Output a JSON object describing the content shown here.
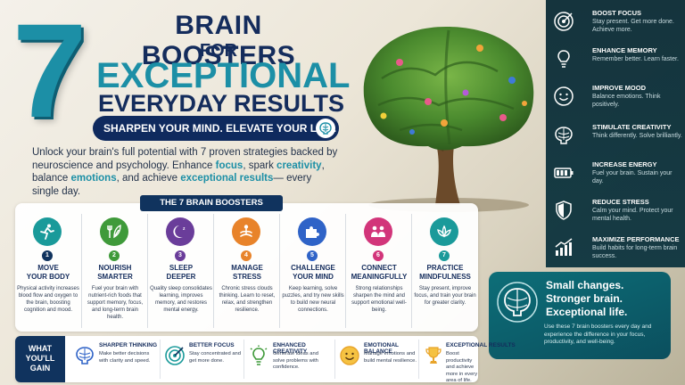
{
  "header": {
    "number": "7",
    "line1": "BRAIN BOOSTERS",
    "line2": "FOR",
    "line3": "EXCEPTIONAL",
    "line4": "EVERYDAY RESULTS",
    "tagline": "SHARPEN YOUR MIND. ELEVATE YOUR LIFE."
  },
  "intro": {
    "p1": "Unlock your brain's full potential with 7 proven strategies backed by neuroscience and psychology. Enhance ",
    "h1": "focus",
    "p2": ", spark ",
    "h2": "creativity",
    "p3": ", balance ",
    "h3": "emotions",
    "p4": ", and achieve ",
    "h4": "exceptional results",
    "p5": "— every single day."
  },
  "right_panel": [
    {
      "title": "BOOST FOCUS",
      "desc": "Stay present. Get more done. Achieve more.",
      "icon": "target-icon"
    },
    {
      "title": "ENHANCE MEMORY",
      "desc": "Remember better. Learn faster.",
      "icon": "lightbulb-icon"
    },
    {
      "title": "IMPROVE MOOD",
      "desc": "Balance emotions. Think positively.",
      "icon": "smile-icon"
    },
    {
      "title": "STIMULATE CREATIVITY",
      "desc": "Think differently. Solve brilliantly.",
      "icon": "brain-icon"
    },
    {
      "title": "INCREASE ENERGY",
      "desc": "Fuel your brain. Sustain your day.",
      "icon": "battery-icon"
    },
    {
      "title": "REDUCE STRESS",
      "desc": "Calm your mind. Protect your mental health.",
      "icon": "shield-icon"
    },
    {
      "title": "MAXIMIZE PERFORMANCE",
      "desc": "Build habits for long-term brain success.",
      "icon": "chart-icon"
    }
  ],
  "slogan": {
    "line1": "Small changes.",
    "line2": "Stronger brain.",
    "line3": "Exceptional life.",
    "text": "Use these 7 brain boosters every day and experience the difference in your focus, productivity, and well-being."
  },
  "boosters": {
    "header": "THE 7 BRAIN BOOSTERS",
    "items": [
      {
        "num": "1",
        "title1": "MOVE",
        "title2": "YOUR BODY",
        "desc": "Physical activity increases blood flow and oxygen to the brain, boosting cognition and mood.",
        "color": "#1a9a9a",
        "icon": "running-icon"
      },
      {
        "num": "2",
        "title1": "NOURISH",
        "title2": "SMARTER",
        "desc": "Fuel your brain with nutrient-rich foods that support memory, focus, and long-term brain health.",
        "color": "#3f9a3a",
        "icon": "leaf-utensils-icon"
      },
      {
        "num": "3",
        "title1": "SLEEP",
        "title2": "DEEPER",
        "desc": "Quality sleep consolidates learning, improves memory, and restores mental energy.",
        "color": "#6a3d9a",
        "icon": "moon-icon"
      },
      {
        "num": "4",
        "title1": "MANAGE",
        "title2": "STRESS",
        "desc": "Chronic stress clouds thinking. Learn to reset, relax, and strengthen resilience.",
        "color": "#e8832a",
        "icon": "meditation-icon"
      },
      {
        "num": "5",
        "title1": "CHALLENGE",
        "title2": "YOUR MIND",
        "desc": "Keep learning, solve puzzles, and try new skills to build new neural connections.",
        "color": "#2f63c7",
        "icon": "puzzle-icon"
      },
      {
        "num": "6",
        "title1": "CONNECT",
        "title2": "MEANINGFULLY",
        "desc": "Strong relationships sharpen the mind and support emotional well-being.",
        "color": "#d2357a",
        "icon": "people-icon"
      },
      {
        "num": "7",
        "title1": "PRACTICE",
        "title2": "MINDFULNESS",
        "desc": "Stay present, improve focus, and train your brain for greater clarity.",
        "color": "#1a9a9a",
        "icon": "lotus-icon"
      }
    ]
  },
  "gain": {
    "label1": "WHAT",
    "label2": "YOU'LL",
    "label3": "GAIN",
    "items": [
      {
        "title": "SHARPER THINKING",
        "desc": "Make better decisions with clarity and speed.",
        "icon": "brain-icon",
        "color": "#2f63c7"
      },
      {
        "title": "BETTER FOCUS",
        "desc": "Stay concentrated and get more done.",
        "icon": "target-icon",
        "color": "#1a9a9a"
      },
      {
        "title": "ENHANCED CREATIVITY",
        "desc": "Generate ideas and solve problems with confidence.",
        "icon": "lightbulb-icon",
        "color": "#3f9a3a"
      },
      {
        "title": "EMOTIONAL BALANCE",
        "desc": "Manage emotions and build mental resilience.",
        "icon": "smile-icon",
        "color": "#e8a42a"
      },
      {
        "title": "EXCEPTIONAL RESULTS",
        "desc": "Boost productivity and achieve more in every area of life.",
        "icon": "trophy-icon",
        "color": "#e8a42a"
      }
    ]
  }
}
